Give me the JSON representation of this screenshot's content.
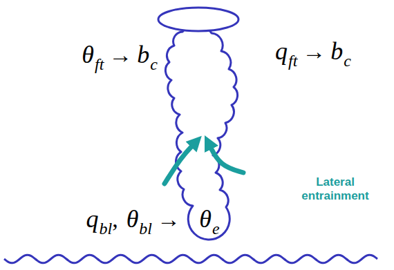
{
  "diagram": {
    "labels": [
      "θ",
      "ft",
      "→",
      "b",
      "c",
      "q",
      "ft",
      "→",
      "b",
      "c",
      "Lateral entrainment",
      "q",
      "bl",
      ",",
      "θ",
      "bl",
      "→",
      "θ",
      "e"
    ]
  }
}
